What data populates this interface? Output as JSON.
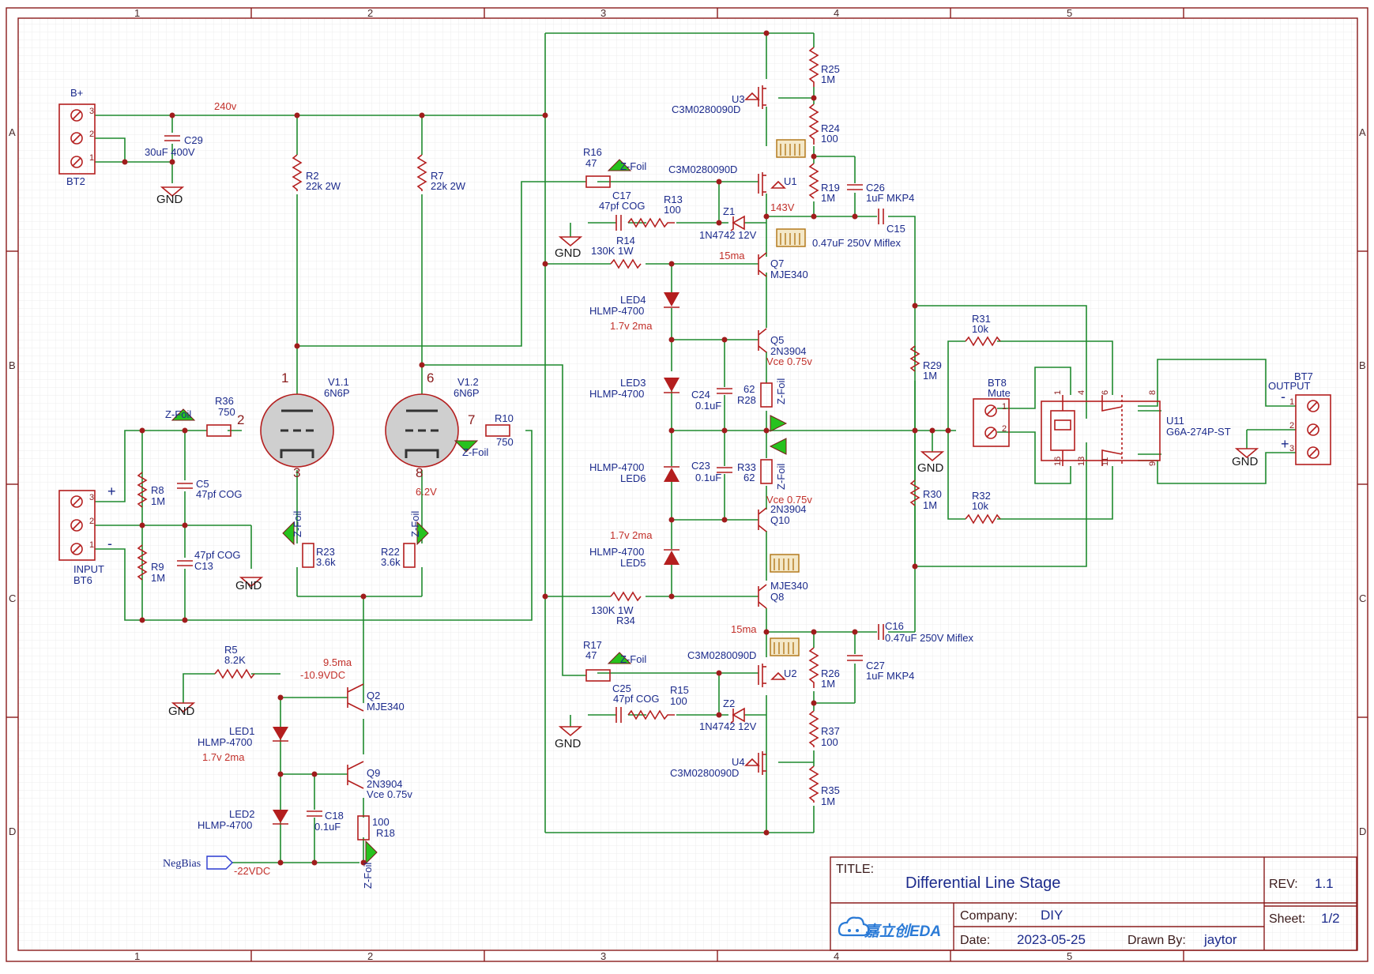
{
  "border": {
    "columns": [
      "1",
      "2",
      "3",
      "4",
      "5"
    ],
    "rows": [
      "A",
      "B",
      "C",
      "D"
    ]
  },
  "title_block": {
    "title_label": "TITLE:",
    "title": "Differential Line Stage",
    "rev_label": "REV:",
    "rev": "1.1",
    "company_label": "Company:",
    "company": "DIY",
    "sheet_label": "Sheet:",
    "sheet": "1/2",
    "date_label": "Date:",
    "date": "2023-05-25",
    "drawn_label": "Drawn By:",
    "drawn_by": "jaytor",
    "logo_text": "嘉立创EDA"
  },
  "connectors": {
    "bt2_name": "B+",
    "bt2_ref": "BT2",
    "bt6_name": "INPUT",
    "bt6_ref": "BT6",
    "bt7_name": "OUTPUT",
    "bt7_ref": "BT7",
    "bt8_name": "Mute",
    "bt8_ref": "BT8",
    "negbias": "NegBias",
    "plus": "+",
    "minus": "-"
  },
  "gnd": "GND",
  "zfoil": "Z-Foil",
  "tubes": {
    "v11_ref": "V1.1",
    "v11_type": "6N6P",
    "v12_ref": "V1.2",
    "v12_type": "6N6P"
  },
  "parts": {
    "c29_ref": "C29",
    "c29_val": "30uF 400V",
    "r2_ref": "R2",
    "r2_val": "22k 2W",
    "r7_ref": "R7",
    "r7_val": "22k 2W",
    "r36_ref": "R36",
    "r36_val": "750",
    "r10_ref": "R10",
    "r10_val": "750",
    "r8_ref": "R8",
    "r8_val": "1M",
    "r9_ref": "R9",
    "r9_val": "1M",
    "c5_ref": "C5",
    "c5_val": "47pf COG",
    "c13_ref": "C13",
    "c13_val": "47pf COG",
    "r23_ref": "R23",
    "r23_val": "3.6k",
    "r22_ref": "R22",
    "r22_val": "3.6k",
    "r5_ref": "R5",
    "r5_val": "8.2K",
    "q2_ref": "Q2",
    "q2_val": "MJE340",
    "led1_ref": "LED1",
    "led1_val": "HLMP-4700",
    "led2_ref": "LED2",
    "led2_val": "HLMP-4700",
    "q9_ref": "Q9",
    "q9_val": "2N3904",
    "q9_note": "Vce 0.75v",
    "c18_ref": "C18",
    "c18_val": "0.1uF",
    "r18_ref": "R18",
    "r18_val": "100",
    "r16_ref": "R16",
    "r16_val": "47",
    "r17_ref": "R17",
    "r17_val": "47",
    "c17_ref": "C17",
    "c17_val": "47pf COG",
    "c25_ref": "C25",
    "c25_val": "47pf COG",
    "r13_ref": "R13",
    "r13_val": "100",
    "r15_ref": "R15",
    "r15_val": "100",
    "z1_ref": "Z1",
    "z1_val": "1N4742 12V",
    "z2_ref": "Z2",
    "z2_val": "1N4742 12V",
    "r14_ref": "R14",
    "r14_val": "130K 1W",
    "r34_ref": "R34",
    "r34_val": "130K 1W",
    "u1_ref": "U1",
    "u1_val": "C3M0280090D",
    "u2_ref": "U2",
    "u2_val": "C3M0280090D",
    "u3_ref": "U3",
    "u3_val": "C3M0280090D",
    "u4_ref": "U4",
    "u4_val": "C3M0280090D",
    "r25_ref": "R25",
    "r25_val": "1M",
    "r24_ref": "R24",
    "r24_val": "100",
    "r19_ref": "R19",
    "r19_val": "1M",
    "r26_ref": "R26",
    "r26_val": "1M",
    "r37_ref": "R37",
    "r37_val": "100",
    "r35_ref": "R35",
    "r35_val": "1M",
    "c26_ref": "C26",
    "c26_val": "1uF MKP4",
    "c27_ref": "C27",
    "c27_val": "1uF MKP4",
    "c15_ref": "C15",
    "c15_val": "0.47uF 250V Miflex",
    "c16_ref": "C16",
    "c16_val": "0.47uF 250V Miflex",
    "q7_ref": "Q7",
    "q7_val": "MJE340",
    "q8_ref": "Q8",
    "q8_val": "MJE340",
    "q5_ref": "Q5",
    "q5_val": "2N3904",
    "q5_note": "Vce 0.75v",
    "q10_ref": "Q10",
    "q10_val": "2N3904",
    "q10_note": "Vce 0.75v",
    "led3_ref": "LED3",
    "led3_val": "HLMP-4700",
    "led4_ref": "LED4",
    "led4_val": "HLMP-4700",
    "led5_ref": "LED5",
    "led5_val": "HLMP-4700",
    "led6_ref": "LED6",
    "led6_val": "HLMP-4700",
    "c24_ref": "C24",
    "c24_val": "0.1uF",
    "c23_ref": "C23",
    "c23_val": "0.1uF",
    "r28_ref": "R28",
    "r28_val": "62",
    "r33_ref": "R33",
    "r33_val": "62",
    "r29_ref": "R29",
    "r29_val": "1M",
    "r30_ref": "R30",
    "r30_val": "1M",
    "r31_ref": "R31",
    "r31_val": "10k",
    "r32_ref": "R32",
    "r32_val": "10k",
    "u11_ref": "U11",
    "u11_val": "G6A-274P-ST"
  },
  "annotations": {
    "v240": "240v",
    "v143": "143V",
    "ma15": "15ma",
    "ma95": "9.5ma",
    "v109": "-10.9VDC",
    "v22": "-22VDC",
    "v62": "6.2V",
    "led_2ma": "1.7v 2ma"
  },
  "pins": {
    "tube1_grid": "2",
    "tube1_plate": "1",
    "tube1_cathode": "3",
    "tube2_grid": "7",
    "tube2_plate": "6",
    "tube2_cathode": "8",
    "relay": [
      "1",
      "4",
      "6",
      "8",
      "16",
      "13",
      "11",
      "9"
    ],
    "term": [
      "1",
      "2",
      "3"
    ]
  }
}
